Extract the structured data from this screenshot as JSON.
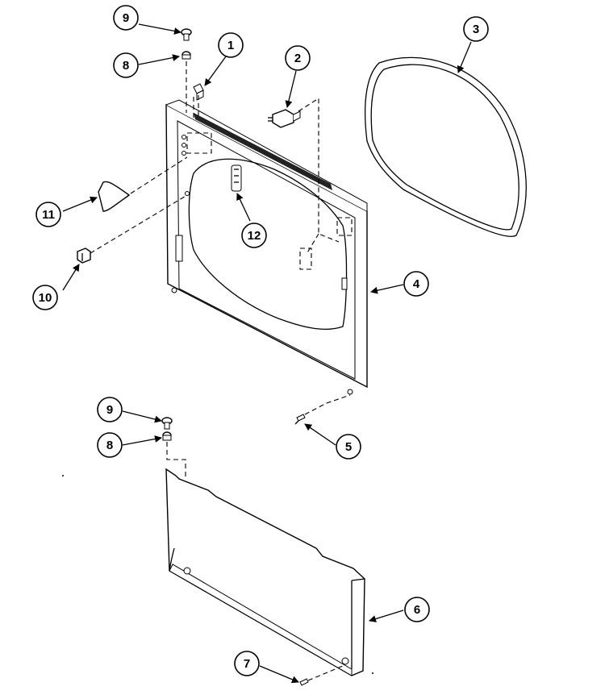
{
  "callouts": [
    {
      "id": "c1",
      "text": "1"
    },
    {
      "id": "c2",
      "text": "2"
    },
    {
      "id": "c3",
      "text": "3"
    },
    {
      "id": "c4",
      "text": "4"
    },
    {
      "id": "c5",
      "text": "5"
    },
    {
      "id": "c6",
      "text": "6"
    },
    {
      "id": "c7",
      "text": "7"
    },
    {
      "id": "c8a",
      "text": "8"
    },
    {
      "id": "c8b",
      "text": "8"
    },
    {
      "id": "c9a",
      "text": "9"
    },
    {
      "id": "c9b",
      "text": "9"
    },
    {
      "id": "c10",
      "text": "10"
    },
    {
      "id": "c11",
      "text": "11"
    },
    {
      "id": "c12",
      "text": "12"
    }
  ]
}
